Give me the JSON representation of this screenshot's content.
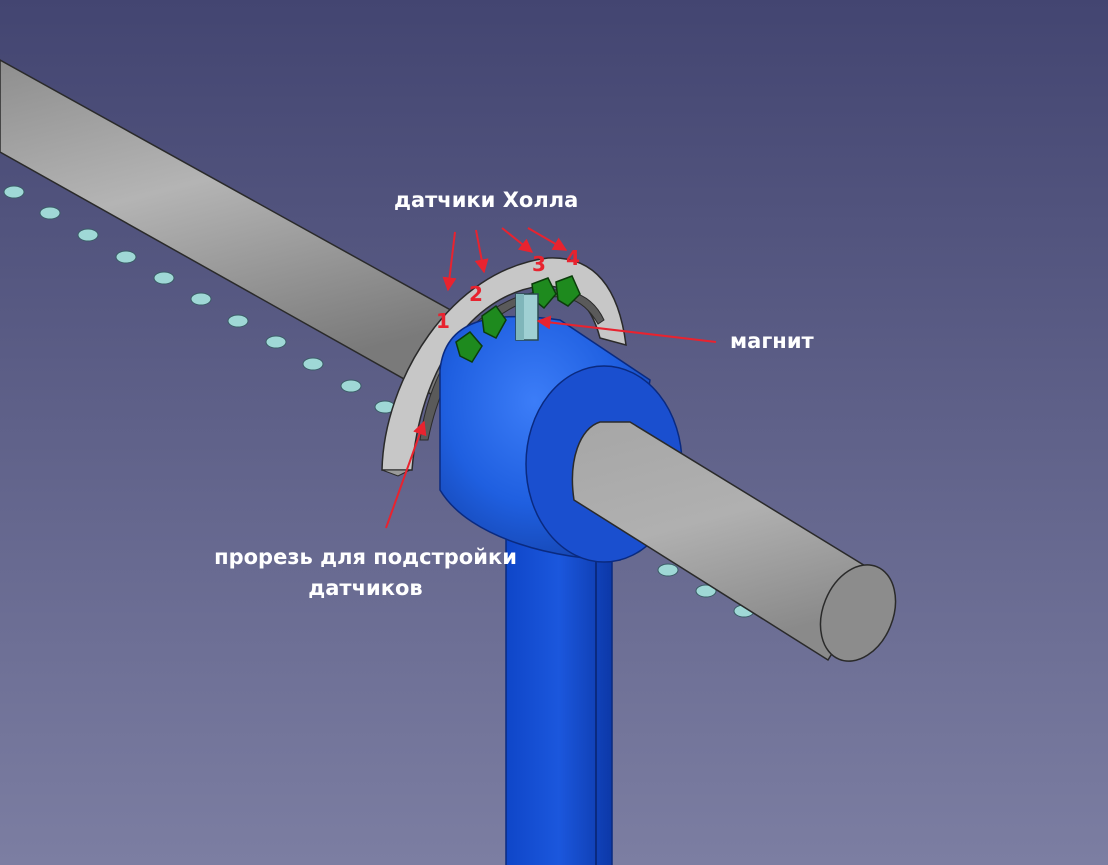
{
  "colors": {
    "background_top": "#434571",
    "background_bottom": "#7c7ea2",
    "shaft": "#a0a0a0",
    "housing": "#1f5fe0",
    "sensor": "#1e8a1e",
    "magnet": "#9fd0d3",
    "annotation_arrow": "#e8232f",
    "label_text": "#ffffff"
  },
  "labels": {
    "hall_sensors": "датчики Холла",
    "magnet": "магнит",
    "slot_line1": "прорезь для подстройки",
    "slot_line2": "датчиков"
  },
  "sensor_numbers": [
    "1",
    "2",
    "3",
    "4"
  ]
}
